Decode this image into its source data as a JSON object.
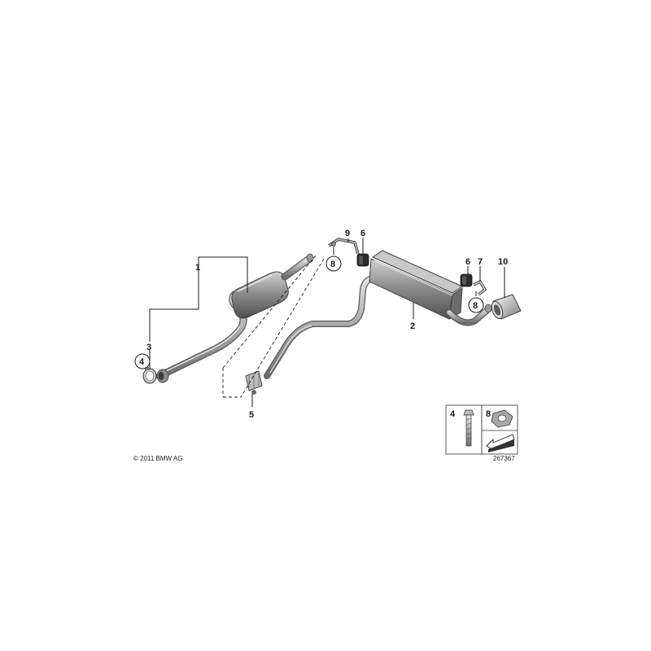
{
  "diagram": {
    "callouts": [
      {
        "id": "1",
        "text": "1"
      },
      {
        "id": "2",
        "text": "2"
      },
      {
        "id": "3",
        "text": "3"
      },
      {
        "id": "4",
        "text": "4"
      },
      {
        "id": "5",
        "text": "5"
      },
      {
        "id": "6a",
        "text": "6"
      },
      {
        "id": "6b",
        "text": "6"
      },
      {
        "id": "7",
        "text": "7"
      },
      {
        "id": "8a",
        "text": "8"
      },
      {
        "id": "8b",
        "text": "8"
      },
      {
        "id": "9",
        "text": "9"
      },
      {
        "id": "10",
        "text": "10"
      }
    ],
    "legend": {
      "item_a": "4",
      "item_b": "8"
    },
    "copyright": "© 2011 BMW AG",
    "diagram_number": "267367"
  },
  "colors": {
    "metal_light": "#dcdcdc",
    "metal_mid": "#a9a9a9",
    "metal_dark": "#6e6e6e",
    "rubber": "#2b2b2b",
    "line": "#1a1a1a"
  }
}
